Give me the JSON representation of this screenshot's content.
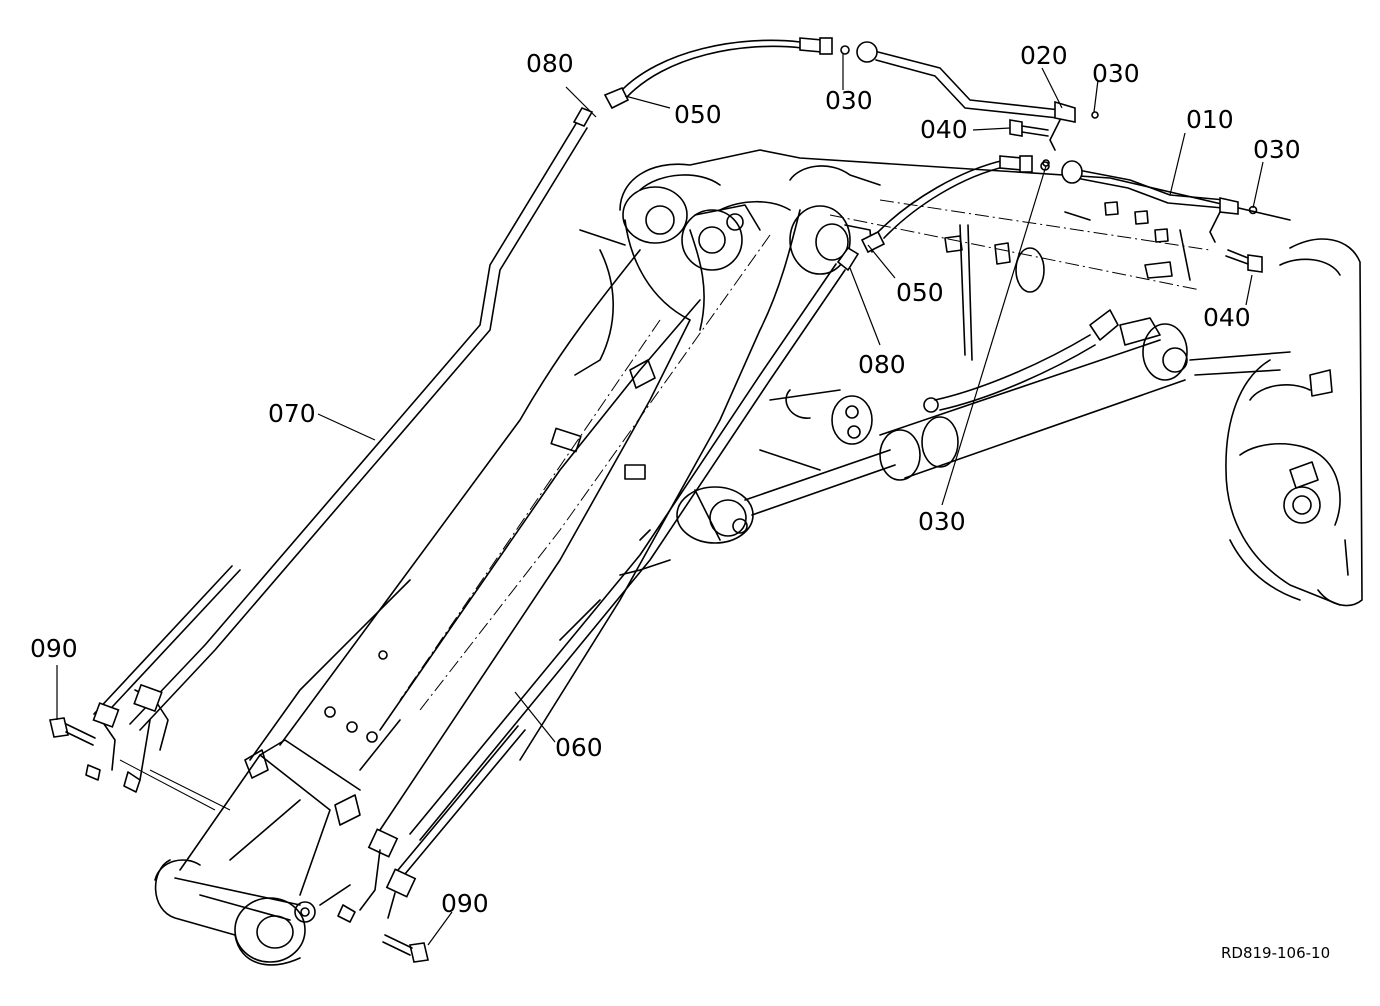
{
  "diagram": {
    "labels": {
      "p010": "010",
      "p020": "020",
      "p030_a": "030",
      "p030_b": "030",
      "p030_c": "030",
      "p030_d": "030",
      "p040_a": "040",
      "p040_b": "040",
      "p050_a": "050",
      "p050_b": "050",
      "p060": "060",
      "p070": "070",
      "p080_a": "080",
      "p080_b": "080",
      "p090_a": "090",
      "p090_b": "090"
    },
    "drawing_code": "RD819-106-10"
  }
}
